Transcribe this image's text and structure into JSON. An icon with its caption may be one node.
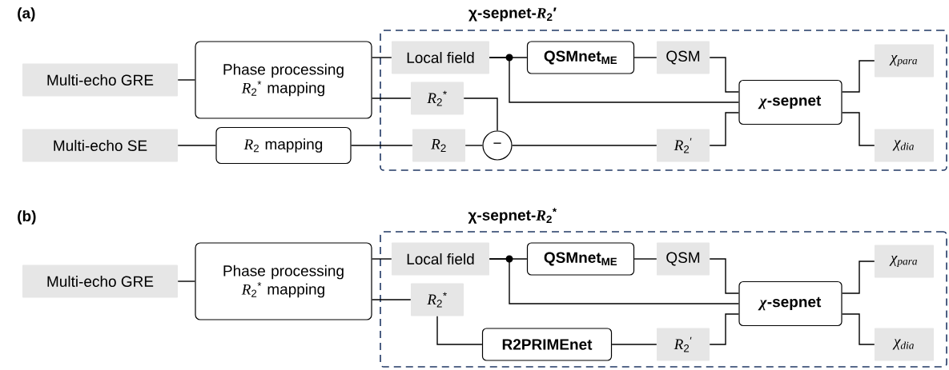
{
  "diagram": {
    "nodes": [
      {
        "text": [
          "**χ-sepnet-*R*$_{2}$′**"
        ]
      },
      {
        "text": [
          "Multi-echo GRE"
        ]
      },
      {
        "text": [
          "Phase processing *R*$_{2}$$^{*}$ mapping"
        ]
      },
      {
        "text": [
          "Multi-echo SE"
        ]
      },
      {
        "text": [
          "*R*$_{2}$ mapping"
        ]
      },
      {
        "text": [
          "Local field"
        ],
        "in": 0
      },
      {
        "text": [
          "QSMnet$_{ME}$"
        ],
        "in": 0
      },
      {
        "text": [
          "QSM"
        ],
        "in": 0
      },
      {
        "text": [
          "*R*$_{2}$$^{*}$"
        ],
        "in": 0
      },
      {
        "text": [
          "*χ*-sepnet"
        ],
        "in": 0
      },
      {
        "text": [
          "χ$_{para}$"
        ],
        "in": 0
      },
      {
        "text": [
          "*R*$_{2}$"
        ],
        "in": 0
      },
      {
        "text": [
          "−"
        ],
        "in": 0
      },
      {
        "text": [
          "*R*$_{2}$$^{′}$"
        ],
        "in": 0
      },
      {
        "text": [
          "χ$_{dia}$"
        ],
        "in": 0
      },
      {
        "text": [
          "**χ-sepnet-*R*$_{2}$$^{*}$**"
        ]
      },
      {
        "text": [
          "Multi-echo GRE"
        ]
      },
      {
        "text": [
          "Phase processing *R*$_{2}$$^{*}$ mapping"
        ]
      },
      {
        "text": [
          "Local field"
        ],
        "in": 15
      },
      {
        "text": [
          "QSMnet$_{ME}$"
        ],
        "in": 15
      },
      {
        "text": [
          "QSM"
        ],
        "in": 15
      },
      {
        "text": [
          "*R*$_{2}$$^{*}$"
        ],
        "in": 15
      },
      {
        "text": [
          "*χ*-sepnet"
        ],
        "in": 15
      },
      {
        "text": [
          "χ$_{para}$"
        ],
        "in": 15
      },
      {
        "text": [
          "R2PRIMEnet"
        ],
        "in": 15
      },
      {
        "text": [
          "*R*$_{2}$$^{′}$"
        ],
        "in": 15
      },
      {
        "text": [
          "χ$_{dia}$"
        ],
        "in": 15
      }
    ],
    "edges": [
      {
        "from": 1,
        "to": 2,
        "arrow": "none"
      },
      {
        "from": 2,
        "to": 5,
        "arrow": "none"
      },
      {
        "from": 2,
        "to": 8,
        "arrow": "none"
      },
      {
        "from": 3,
        "to": 4,
        "arrow": "none"
      },
      {
        "from": 4,
        "to": 11,
        "arrow": "none"
      },
      {
        "from": 5,
        "to": 6,
        "arrow": "none"
      },
      {
        "from": 5,
        "to": 9,
        "arrow": "none"
      },
      {
        "from": 6,
        "to": 7,
        "arrow": "none"
      },
      {
        "from": 7,
        "to": 9,
        "arrow": "none"
      },
      {
        "from": 8,
        "to": 12,
        "arrow": "none"
      },
      {
        "from": 11,
        "to": 12,
        "arrow": "none"
      },
      {
        "from": 12,
        "to": 13,
        "arrow": "none"
      },
      {
        "from": 13,
        "to": 9,
        "arrow": "none"
      },
      {
        "from": 9,
        "to": 10,
        "arrow": "none"
      },
      {
        "from": 9,
        "to": 14,
        "arrow": "none"
      },
      {
        "from": 16,
        "to": 17,
        "arrow": "none"
      },
      {
        "from": 17,
        "to": 18,
        "arrow": "none"
      },
      {
        "from": 17,
        "to": 21,
        "arrow": "none"
      },
      {
        "from": 18,
        "to": 19,
        "arrow": "none"
      },
      {
        "from": 18,
        "to": 22,
        "arrow": "none"
      },
      {
        "from": 19,
        "to": 20,
        "arrow": "none"
      },
      {
        "from": 20,
        "to": 22,
        "arrow": "none"
      },
      {
        "from": 21,
        "to": 24,
        "arrow": "none"
      },
      {
        "from": 24,
        "to": 25,
        "arrow": "none"
      },
      {
        "from": 25,
        "to": 22,
        "arrow": "none"
      },
      {
        "from": 22,
        "to": 23,
        "arrow": "none"
      },
      {
        "from": 22,
        "to": 26,
        "arrow": "none"
      }
    ],
    "labels": [
      "(a)",
      "(b)"
    ]
  }
}
